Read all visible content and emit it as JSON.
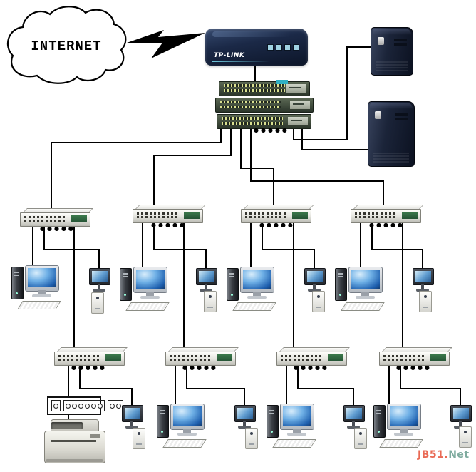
{
  "internet": {
    "label": "INTERNET"
  },
  "router": {
    "brand": "TP-LINK"
  },
  "dots": {
    "text": "●●●●●"
  },
  "watermark": {
    "part1": "JB51.",
    "part2": "Net",
    "part1_color": "#e96a55",
    "part2_color": "#7fab9f"
  },
  "colors": {
    "wire": "#000000",
    "cloud_fill": "#ffffff",
    "cloud_stroke": "#000000",
    "router_body": "#1b2947",
    "server_body": "#1b2439",
    "core_switch_body": "#3a4738",
    "access_switch_body": "#e8e8e2",
    "switch_brand_label": "#2e6b3e",
    "monitor_screen_blue": "#3f8fd6"
  },
  "icons": {
    "internet": "cloud-icon",
    "uplink": "lightning-bolt-icon",
    "gateway": "router-icon",
    "core": "switch-stack-icon",
    "servers": "server-tower-icon",
    "access": "workgroup-switch-icon",
    "workstation": "desktop-pc-icon",
    "terminal": "mini-display-icon",
    "peripheral": "small-device-icon",
    "patch": "patch-panel-icon",
    "print": "printer-icon"
  }
}
